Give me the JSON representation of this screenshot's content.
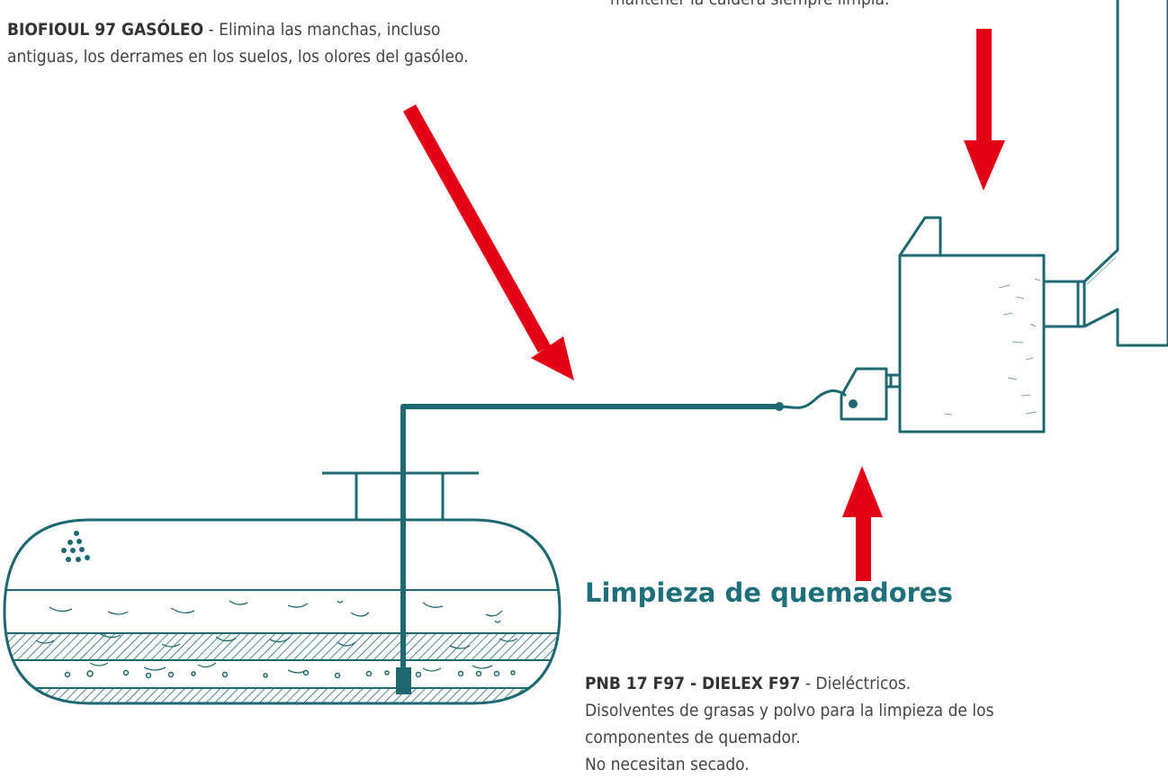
{
  "caption_top": "mantener la caldera siempre limpia.",
  "biofioul": {
    "product": "BIOFIOUL 97 GASÓLEO",
    "line1": " - Elimina las manchas, incluso",
    "line2": "antiguas, los derrames en los suelos, los olores del gasóleo."
  },
  "burner_section": {
    "title": "Limpieza de quemadores",
    "product": "PNB 17 F97 - DIELEX F97",
    "desc1": " - Dieléctricos.",
    "desc2": "Disolventes de grasas y polvo para la limpieza de los",
    "desc3": "componentes de quemador.",
    "desc4": "No necesitan secado."
  },
  "colors": {
    "line": "#1e6872",
    "arrow": "#e30016",
    "title": "#1e6f7a"
  }
}
